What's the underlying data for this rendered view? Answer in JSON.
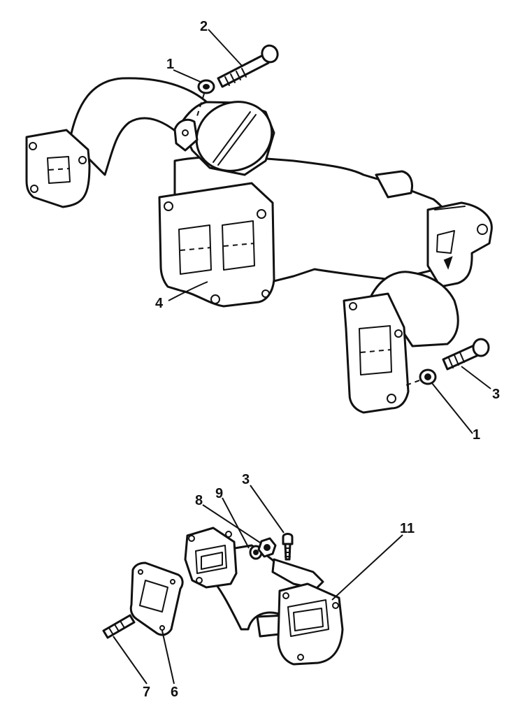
{
  "diagram": {
    "callouts": {
      "c1_top": "1",
      "c2": "2",
      "c3_top": "3",
      "c4": "4",
      "c1_bottom": "1",
      "c3_bottom": "3",
      "c8": "8",
      "c9": "9",
      "c11": "11",
      "c7": "7",
      "c6": "6"
    },
    "colors": {
      "ink": "#111111",
      "paper": "#ffffff"
    }
  }
}
